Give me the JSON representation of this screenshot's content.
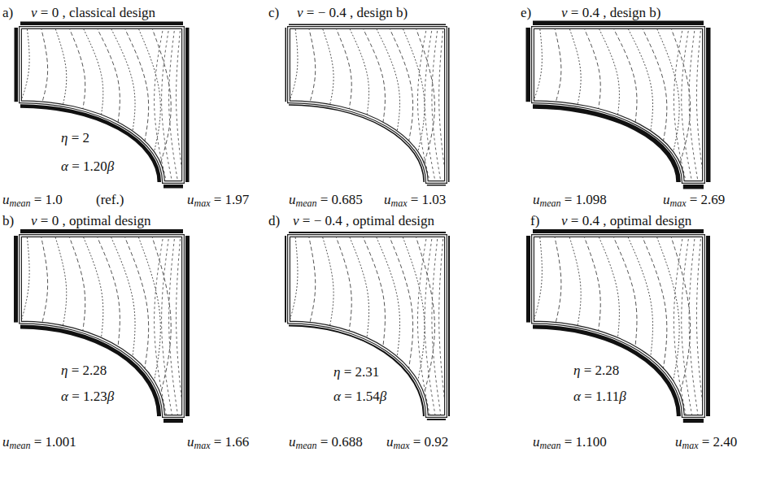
{
  "diagram": {
    "labels": [
      "a)",
      "ν = 0 , classical design",
      "c)",
      "ν = − 0.4 , design b)",
      "e)",
      "ν = 0.4 , design b)",
      "η = 2",
      "α = 1.20β",
      "umean = 1.0",
      "(ref.)",
      "umax = 1.97",
      "umean = 0.685",
      "umax = 1.03",
      "umean = 1.098",
      "umax = 2.69",
      "b)",
      "ν = 0 , optimal design",
      "d)",
      "ν = − 0.4 , optimal design",
      "f)",
      "ν = 0.4 , optimal design",
      "η = 2.28",
      "α = 1.23β",
      "η = 2.31",
      "α = 1.54β",
      "η = 2.28",
      "α = 1.11β",
      "umean = 1.001",
      "umax = 1.66",
      "umean = 0.688",
      "umax = 0.92",
      "umean = 1.100",
      "umax = 2.40"
    ]
  }
}
